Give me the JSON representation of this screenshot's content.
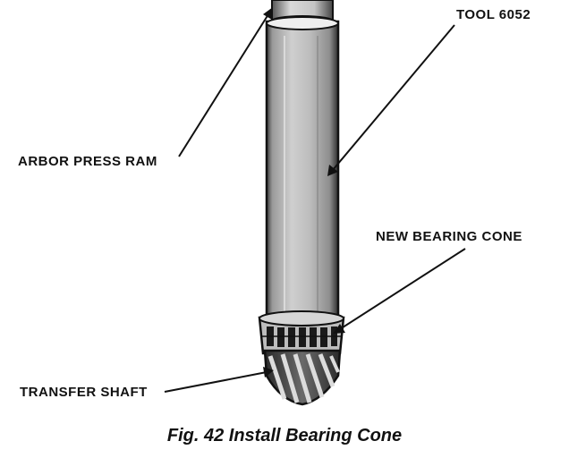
{
  "figure": {
    "callouts": {
      "tool": "TOOL 6052",
      "arbor_ram": "ARBOR PRESS RAM",
      "bearing_cone": "NEW BEARING CONE",
      "transfer_shaft": "TRANSFER SHAFT"
    },
    "caption": "Fig. 42 Install Bearing Cone"
  }
}
